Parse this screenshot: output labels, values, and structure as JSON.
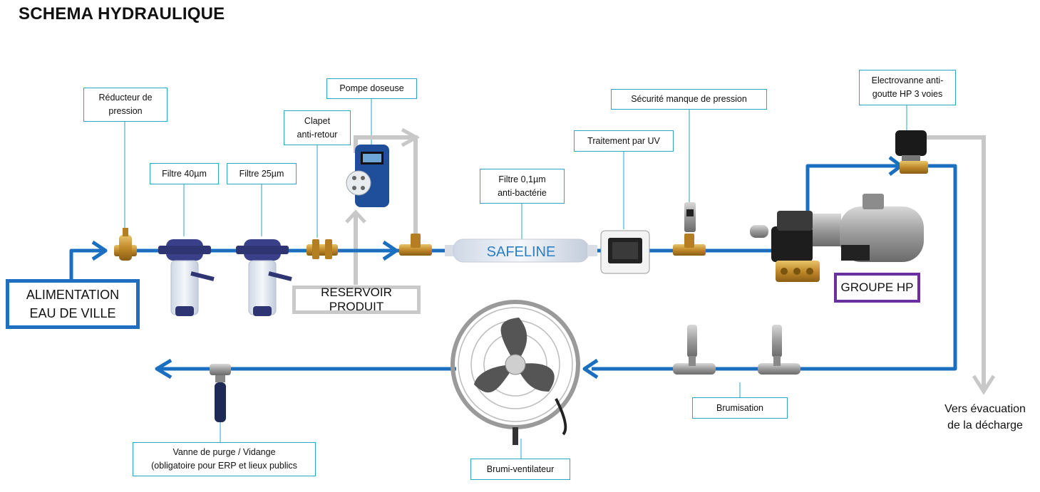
{
  "title": "SCHEMA HYDRAULIQUE",
  "colors": {
    "water_pipe": "#1a6fc0",
    "product_pipe": "#c8c8c8",
    "label_border": "#29a6c4",
    "groupe_border": "#6b2fa0"
  },
  "labels": {
    "reducteur": [
      "Réducteur de",
      "pression"
    ],
    "filtre40": "Filtre 40µm",
    "filtre25": "Filtre 25µm",
    "clapet": [
      "Clapet",
      "anti-retour"
    ],
    "pompe": "Pompe doseuse",
    "filtre01": [
      "Filtre 0,1µm",
      "anti-bactérie"
    ],
    "uv": "Traitement par UV",
    "securite": "Sécurité manque de pression",
    "electrovanne": [
      "Electrovanne anti-",
      "goutte HP 3 voies"
    ],
    "brumisation": "Brumisation",
    "vanne": [
      "Vanne de purge / Vidange",
      "(obligatoire pour ERP et lieux publics"
    ],
    "brumi_ventilateur": "Brumi-ventilateur"
  },
  "boxes": {
    "alimentation": [
      "ALIMENTATION",
      "EAU DE VILLE"
    ],
    "reservoir": "RESERVOIR PRODUIT",
    "groupe_hp": "GROUPE HP"
  },
  "outlet": [
    "Vers évacuation",
    "de la décharge"
  ],
  "filter_brand": "SAFELINE",
  "icons": [
    "pressure-reducer-icon",
    "filter-housing-icon",
    "check-valve-icon",
    "dosing-pump-icon",
    "tee-fitting-icon",
    "uv-unit-icon",
    "pressure-switch-icon",
    "high-pressure-pump-icon",
    "solenoid-valve-icon",
    "mist-nozzle-icon",
    "fan-icon",
    "ball-valve-icon"
  ]
}
